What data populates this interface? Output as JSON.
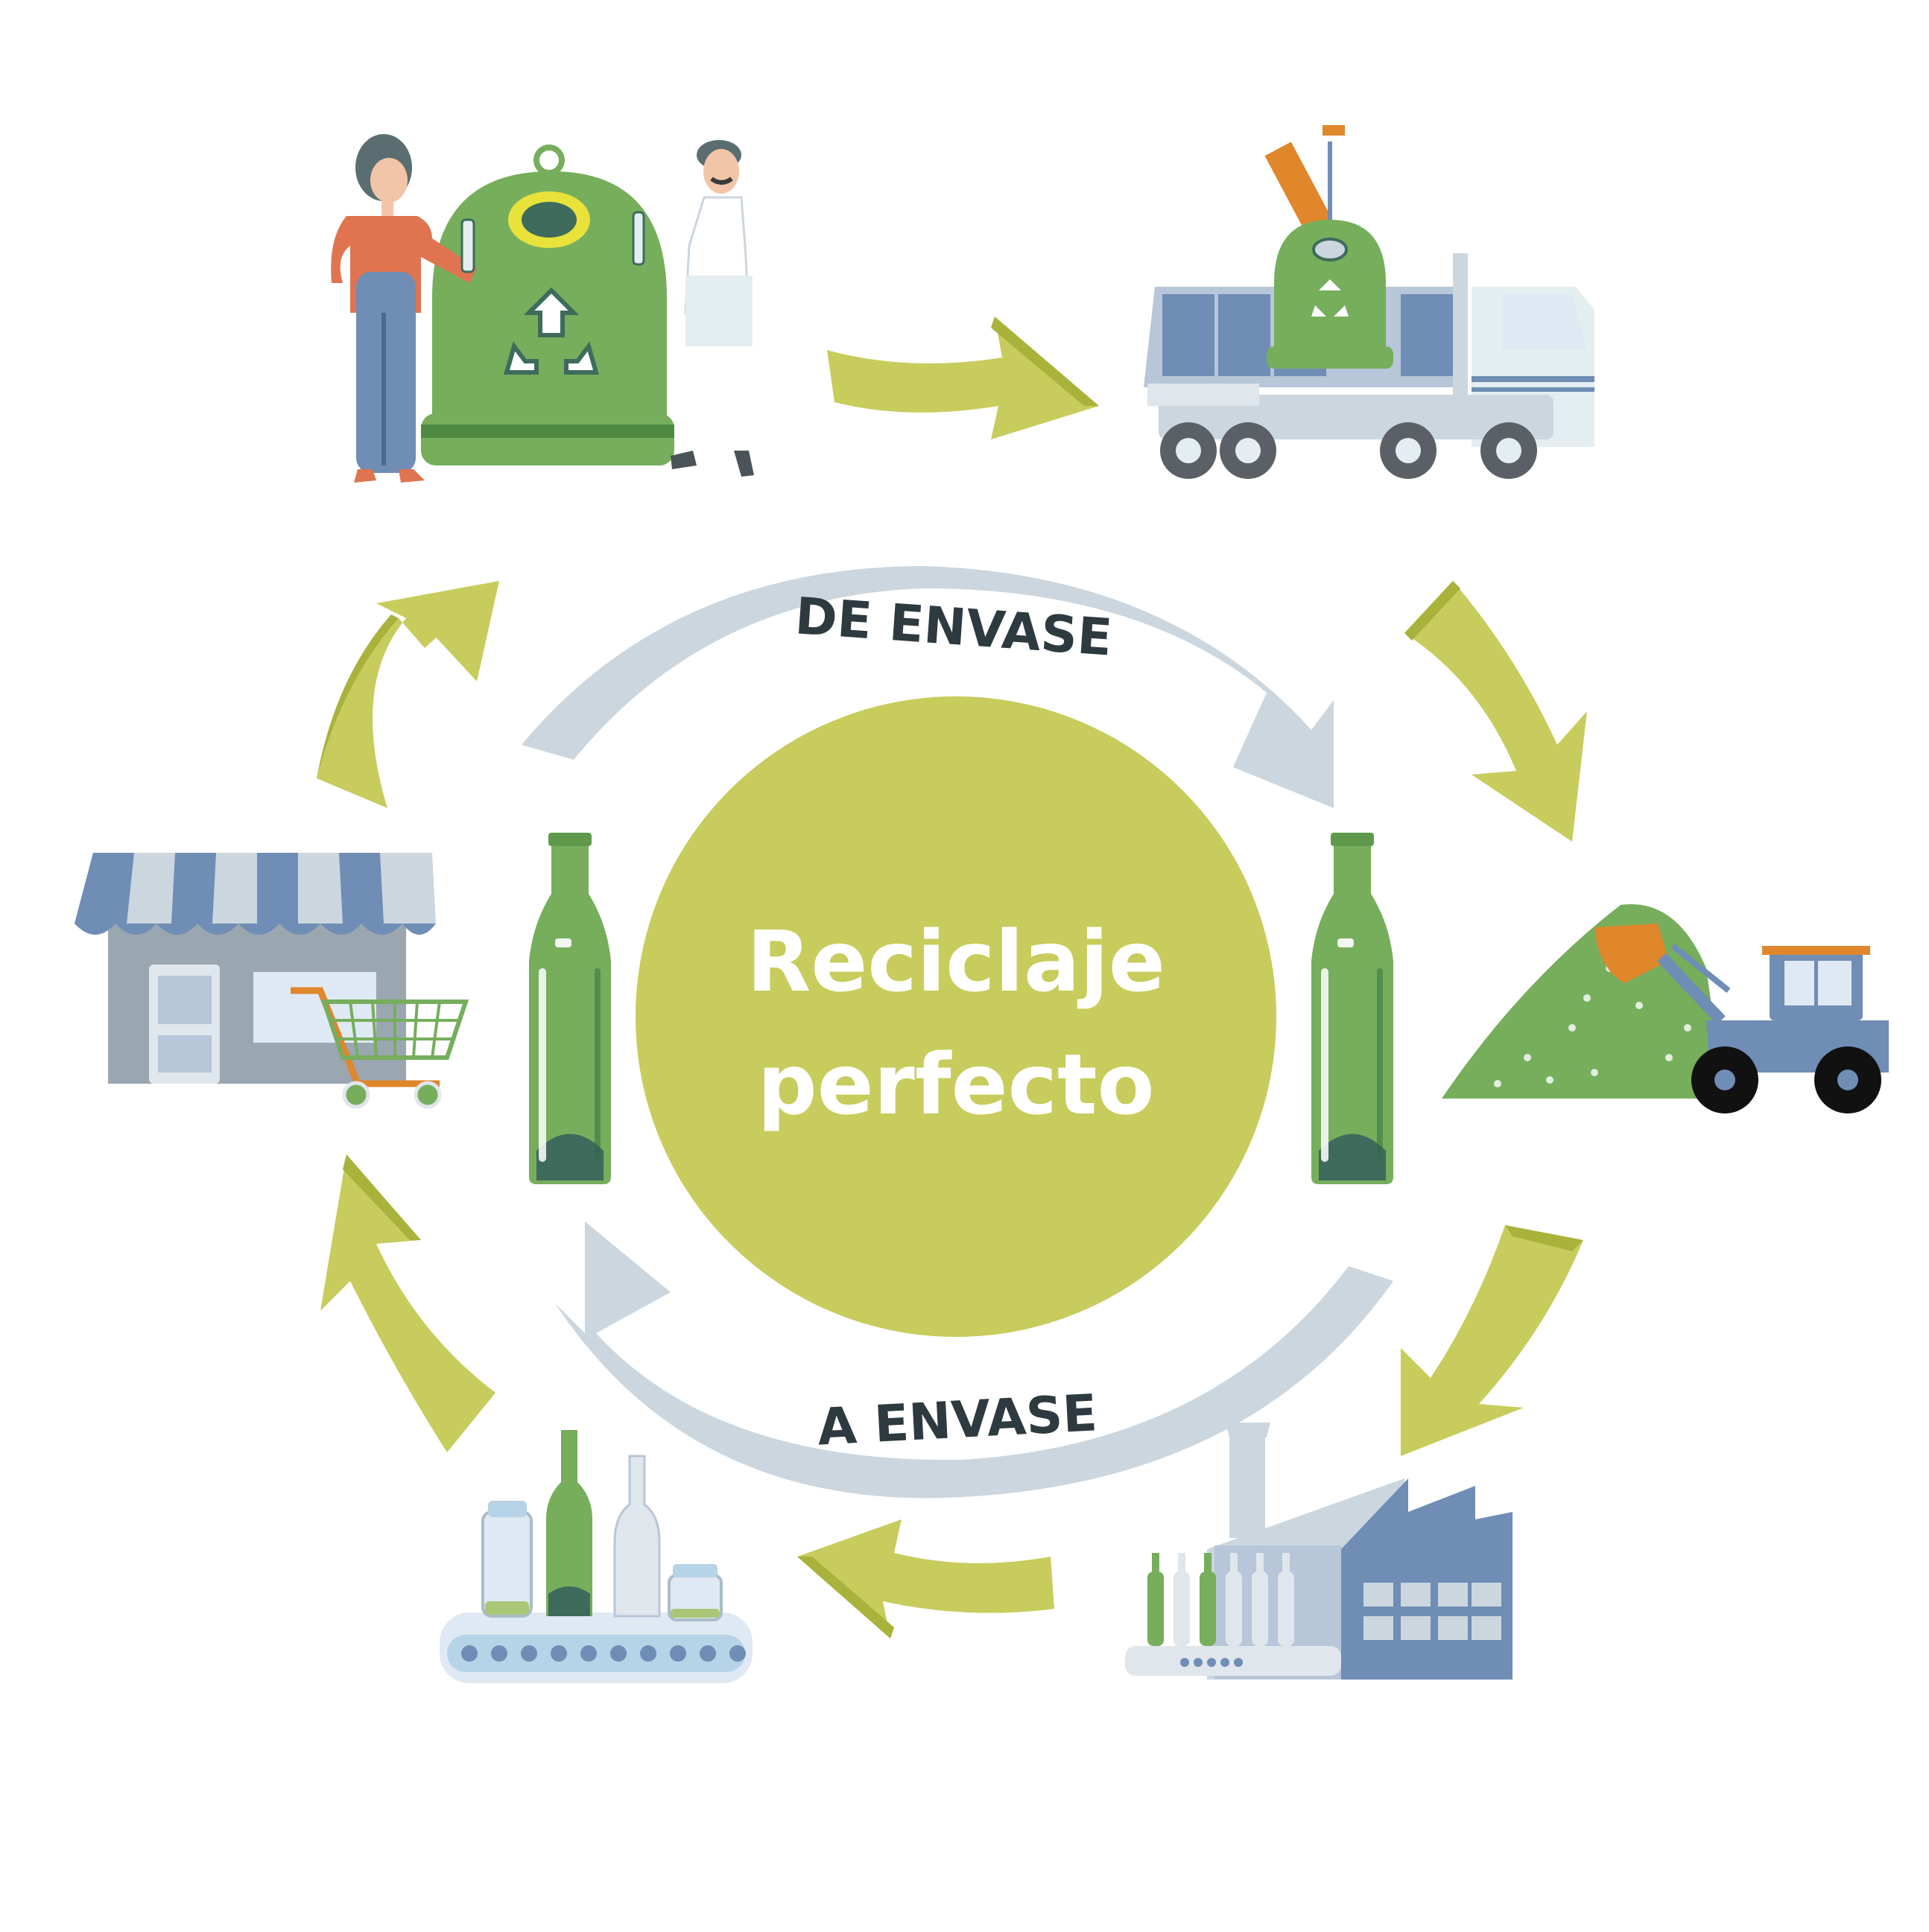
{
  "center": {
    "title_line1": "Reciclaje",
    "title_line2": "perfecto"
  },
  "inner_cycle": {
    "top_label": "DE ENVASE",
    "bottom_label": "A ENVASE"
  },
  "colors": {
    "olive": "#c7cc5c",
    "olive_dark": "#a9b23a",
    "pale_blue": "#cbd6df",
    "glass_green": "#76ae5c",
    "glass_dark": "#3e6b5c",
    "steel_blue": "#6f8db5",
    "orange": "#e0862b",
    "label_dark": "#2d3a40"
  },
  "stages": [
    {
      "id": "container",
      "icon": "recycling-container-people-icon"
    },
    {
      "id": "truck",
      "icon": "collection-truck-icon"
    },
    {
      "id": "cullet",
      "icon": "cullet-pile-loader-icon"
    },
    {
      "id": "factory",
      "icon": "glass-factory-icon"
    },
    {
      "id": "bottling",
      "icon": "bottling-conveyor-icon"
    },
    {
      "id": "shop",
      "icon": "shop-cart-icon"
    }
  ]
}
